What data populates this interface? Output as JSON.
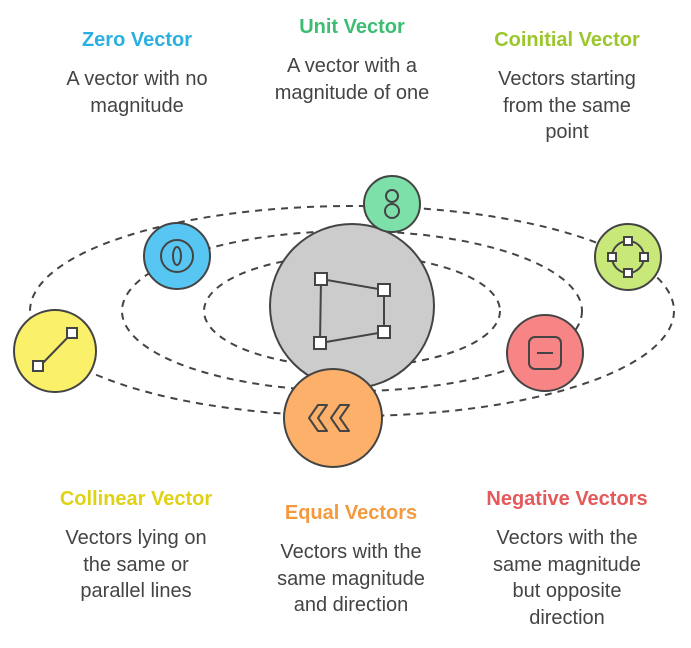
{
  "center": {
    "icon": "quadrilateral-icon",
    "fill": "#cccccc"
  },
  "items": [
    {
      "key": "zero",
      "title": "Zero Vector",
      "desc": [
        "A vector with no",
        "magnitude"
      ],
      "color": "#2ab0e0",
      "fill": "#58c6f3",
      "icon": "zero-icon"
    },
    {
      "key": "unit",
      "title": "Unit Vector",
      "desc": [
        "A vector with a",
        "magnitude of one"
      ],
      "color": "#3dbd74",
      "fill": "#7de0a8",
      "icon": "eight-icon"
    },
    {
      "key": "coinitial",
      "title": "Coinitial Vector",
      "desc": [
        "Vectors starting",
        "from the same",
        "point"
      ],
      "color": "#9bc72c",
      "fill": "#c8e87a",
      "icon": "circle-nodes-icon"
    },
    {
      "key": "collinear",
      "title": "Collinear Vector",
      "desc": [
        "Vectors lying on",
        "the same or",
        "parallel lines"
      ],
      "color": "#dfd214",
      "fill": "#fbf06a",
      "icon": "line-segment-icon"
    },
    {
      "key": "equal",
      "title": "Equal Vectors",
      "desc": [
        "Vectors with the",
        "same magnitude",
        "and direction"
      ],
      "color": "#f39a3f",
      "fill": "#fcb06a",
      "icon": "double-chevron-left-icon"
    },
    {
      "key": "negative",
      "title": "Negative Vectors",
      "desc": [
        "Vectors with the",
        "same magnitude",
        "but opposite",
        "direction"
      ],
      "color": "#e45a5a",
      "fill": "#f78585",
      "icon": "minus-box-icon"
    }
  ]
}
